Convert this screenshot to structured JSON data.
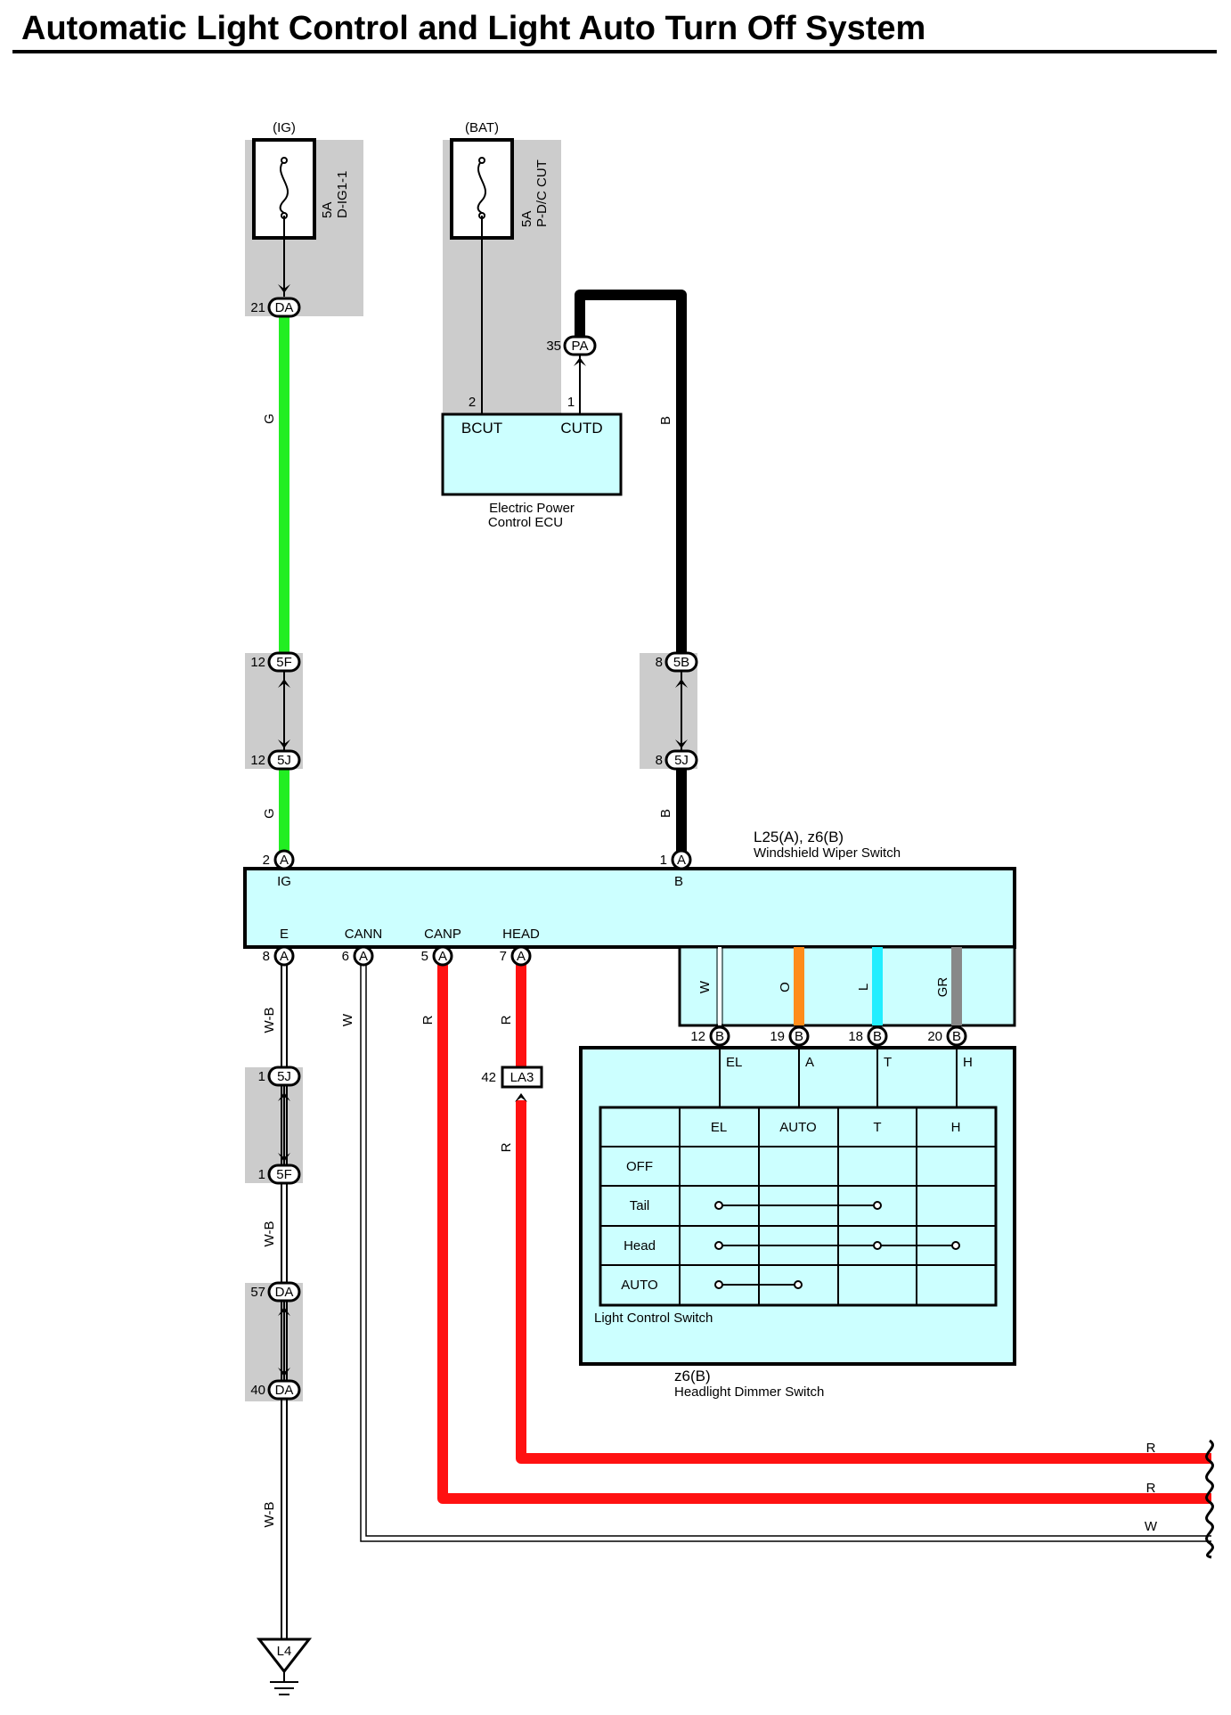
{
  "title": "Automatic Light Control and Light Auto Turn Off System",
  "colors": {
    "green_wire": "#22ee22",
    "red_wire": "#ff1111",
    "black_wire": "#000000",
    "orange_wire": "#ff8c1a",
    "cyan_wire": "#22eeff",
    "gray_wire": "#888888",
    "component_fill": "#ccffff",
    "shade_fill": "#cccccc"
  },
  "fuses": [
    {
      "source": "(IG)",
      "rating": "5A",
      "name": "D-IG1-1"
    },
    {
      "source": "(BAT)",
      "rating": "5A",
      "name": "P-D/C CUT"
    }
  ],
  "connectors": {
    "da_21": {
      "pin": "21",
      "id": "DA"
    },
    "pa_35": {
      "pin": "35",
      "id": "PA"
    },
    "f5_12": {
      "pin": "12",
      "id": "5F"
    },
    "j5_12": {
      "pin": "12",
      "id": "5J"
    },
    "b5_8": {
      "pin": "8",
      "id": "5B"
    },
    "j5_8": {
      "pin": "8",
      "id": "5J"
    },
    "j5_1": {
      "pin": "1",
      "id": "5J"
    },
    "f5_1": {
      "pin": "1",
      "id": "5F"
    },
    "da_57": {
      "pin": "57",
      "id": "DA"
    },
    "da_40": {
      "pin": "40",
      "id": "DA"
    },
    "la3_42": {
      "pin": "42",
      "id": "LA3"
    }
  },
  "ecu": {
    "name_line1": "Electric Power",
    "name_line2": "Control ECU",
    "term_bcut": "BCUT",
    "term_cutd": "CUTD",
    "pin_bcut": "2",
    "pin_cutd": "1"
  },
  "wiper_switch": {
    "code": "L25(A), z6(B)",
    "name": "Windshield Wiper Switch",
    "top_pins": [
      {
        "pin": "2",
        "conn": "A",
        "term": "IG"
      },
      {
        "pin": "1",
        "conn": "A",
        "term": "B"
      }
    ],
    "bottom_pins": [
      {
        "pin": "8",
        "conn": "A",
        "term": "E"
      },
      {
        "pin": "6",
        "conn": "A",
        "term": "CANN"
      },
      {
        "pin": "5",
        "conn": "A",
        "term": "CANP"
      },
      {
        "pin": "7",
        "conn": "A",
        "term": "HEAD"
      }
    ]
  },
  "internal_wires": [
    {
      "color_code": "W"
    },
    {
      "color_code": "O"
    },
    {
      "color_code": "L"
    },
    {
      "color_code": "GR"
    }
  ],
  "dimmer_switch": {
    "code": "z6(B)",
    "name": "Headlight Dimmer Switch",
    "pins": [
      {
        "pin": "12",
        "conn": "B",
        "term": "EL"
      },
      {
        "pin": "19",
        "conn": "B",
        "term": "A"
      },
      {
        "pin": "18",
        "conn": "B",
        "term": "T"
      },
      {
        "pin": "20",
        "conn": "B",
        "term": "H"
      }
    ],
    "table_caption": "Light Control Switch",
    "table_columns": [
      "EL",
      "AUTO",
      "T",
      "H"
    ],
    "table_rows": [
      "OFF",
      "Tail",
      "Head",
      "AUTO"
    ]
  },
  "wire_labels": {
    "ig_upper": "G",
    "ig_lower": "G",
    "b_upper": "B",
    "b_lower": "B",
    "e_1": "W-B",
    "e_2": "W-B",
    "e_3": "W-B",
    "cann": "W",
    "canp": "R",
    "head_upper": "R",
    "head_lower": "R",
    "right_1": "R",
    "right_2": "R",
    "right_3": "W"
  },
  "ground": {
    "id": "L4"
  }
}
